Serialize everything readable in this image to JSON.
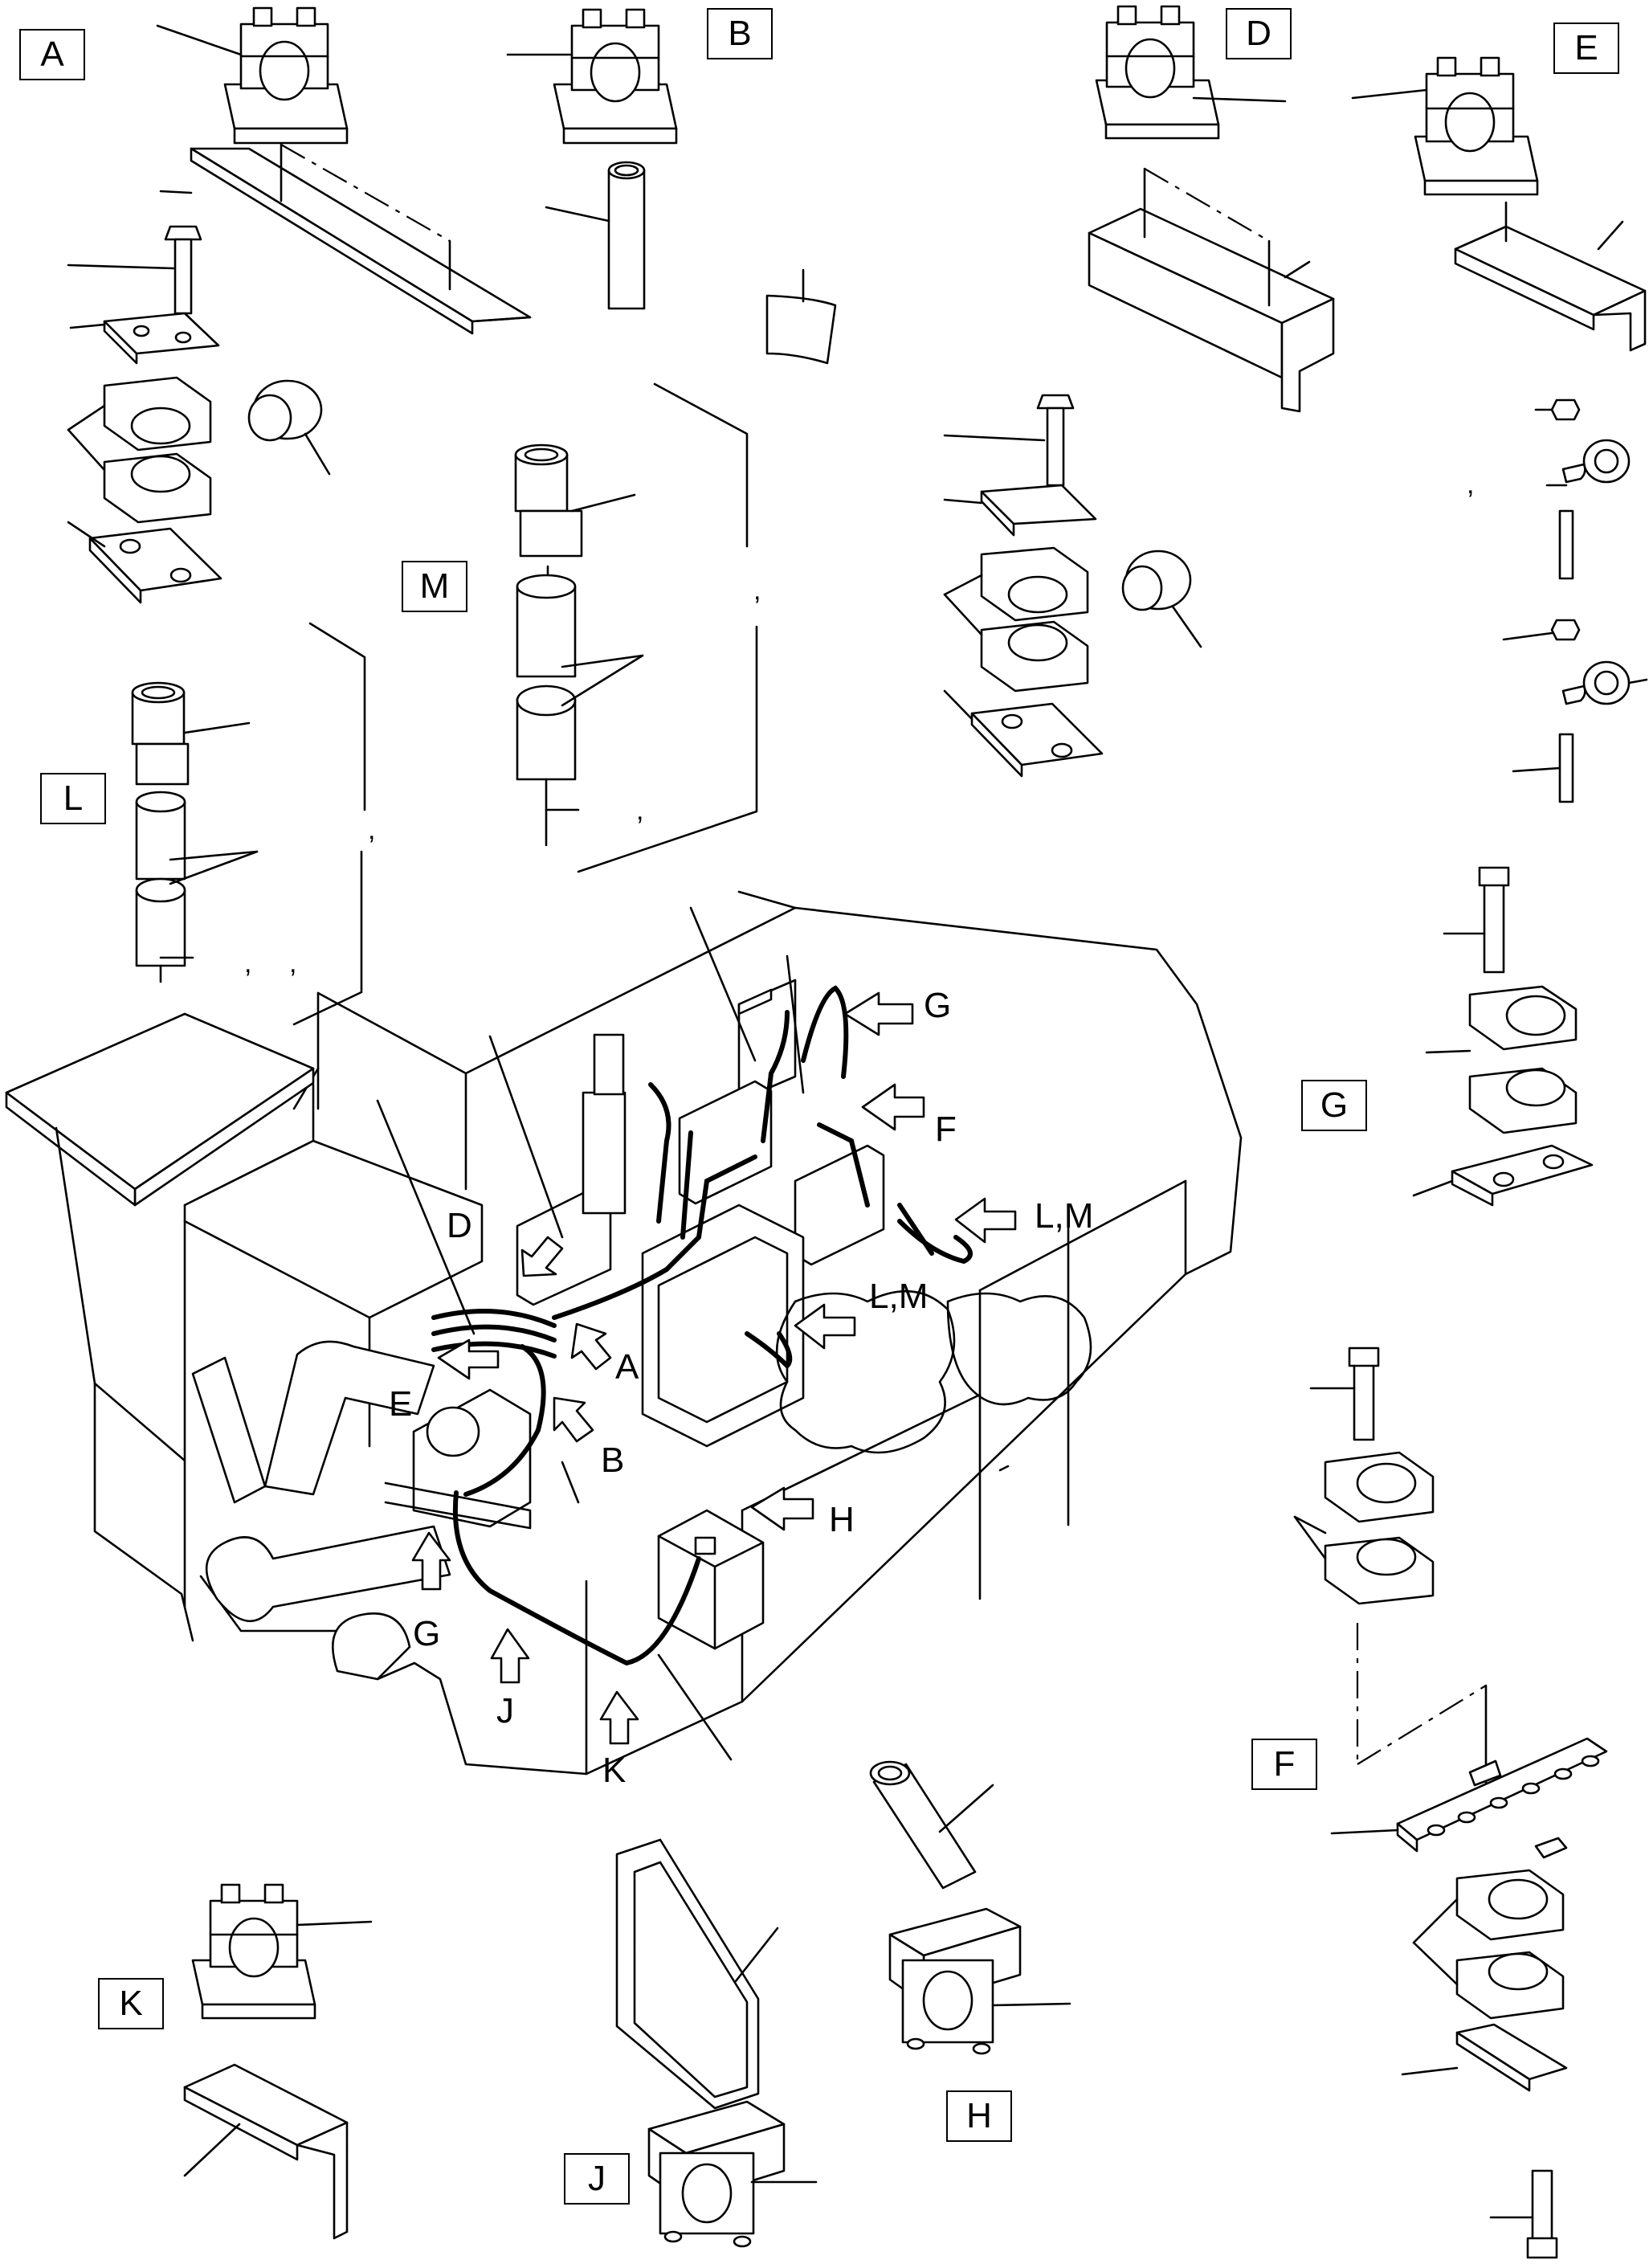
{
  "diagram": {
    "detail_labels": [
      "A",
      "B",
      "D",
      "E",
      "M",
      "L",
      "G",
      "F",
      "K",
      "J",
      "H"
    ],
    "callout_labels": {
      "g_top": "G",
      "f": "F",
      "lm_upper": "L,M",
      "lm_lower": "L,M",
      "d": "D",
      "e": "E",
      "a": "A",
      "b": "B",
      "h": "H",
      "g_bottom": "G",
      "j": "J",
      "k": "K"
    },
    "commas": [
      ",",
      ",",
      ",",
      ",",
      ",",
      ","
    ]
  }
}
